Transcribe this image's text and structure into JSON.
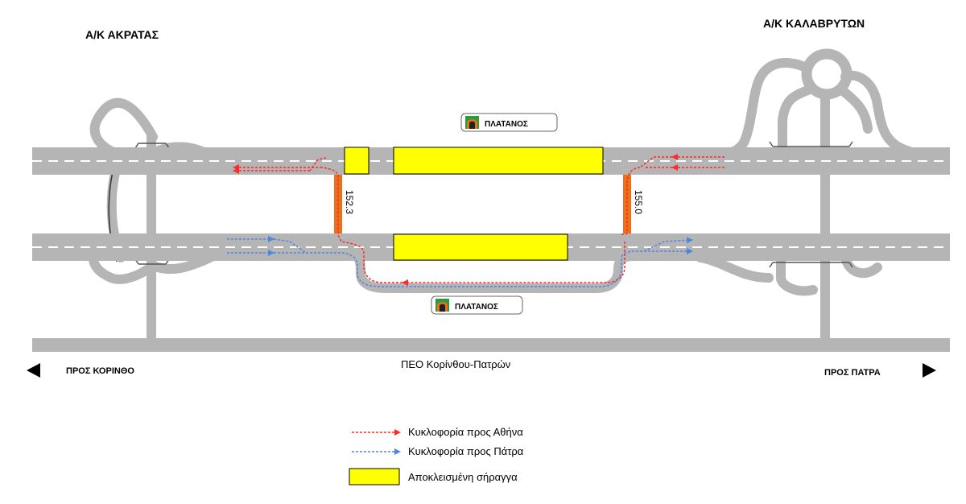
{
  "interchanges": {
    "left": "Α/Κ ΑΚΡΑΤΑΣ",
    "right": "Α/Κ ΚΑΛΑΒΡΥΤΩΝ"
  },
  "tunnel_signs": {
    "top": "ΠΛΑΤΑΝΟΣ",
    "bottom": "ΠΛΑΤΑΝΟΣ"
  },
  "crossovers": {
    "left_km": "152.3",
    "right_km": "155.0"
  },
  "directions": {
    "left": "ΠΡΟΣ ΚΟΡΙΝΘΟ",
    "right": "ΠΡΟΣ ΠΑΤΡΑ",
    "left_arrow_icon": "triangle-left-icon",
    "right_arrow_icon": "triangle-right-icon"
  },
  "old_road_label": "ΠΕΟ Κορίνθου-Πατρών",
  "legend": {
    "athens_traffic": "Κυκλοφορία προς Αθήνα",
    "patra_traffic": "Κυκλοφορία προς Πάτρα",
    "closed_tunnel": "Αποκλεισμένη σήραγγα"
  },
  "colors": {
    "road": "#b5b5b5",
    "road_edge": "#808080",
    "tunnel_fill": "#ffff00",
    "athens_arrow": "#ff2a2a",
    "patra_arrow": "#4f86e0",
    "crossover": "#e8701e"
  }
}
